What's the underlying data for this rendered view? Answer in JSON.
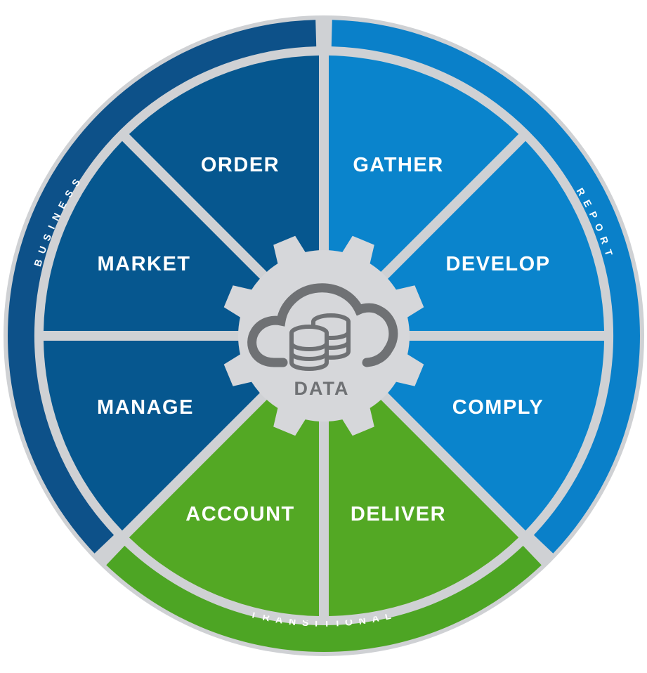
{
  "center": {
    "label": "DATA",
    "icon": "cloud-database-icon"
  },
  "rings": [
    {
      "id": "business",
      "label": "BUSINESS",
      "color": "#0d5189"
    },
    {
      "id": "report",
      "label": "REPORT",
      "color": "#0a80c9"
    },
    {
      "id": "transitional",
      "label": "TRANSITIONAL",
      "color": "#4da524"
    }
  ],
  "segments": [
    {
      "id": "order",
      "label": "ORDER",
      "color": "#06578f"
    },
    {
      "id": "gather",
      "label": "GATHER",
      "color": "#0a84cc"
    },
    {
      "id": "develop",
      "label": "DEVELOP",
      "color": "#0a84cc"
    },
    {
      "id": "comply",
      "label": "COMPLY",
      "color": "#0a84cc"
    },
    {
      "id": "deliver",
      "label": "DELIVER",
      "color": "#53a824"
    },
    {
      "id": "account",
      "label": "ACCOUNT",
      "color": "#53a824"
    },
    {
      "id": "manage",
      "label": "MANAGE",
      "color": "#06578f"
    },
    {
      "id": "market",
      "label": "MARKET",
      "color": "#06578f"
    }
  ],
  "colors": {
    "gray": "#cfd1d4",
    "gear": "#d6d7da",
    "icon": "#6f7174"
  }
}
